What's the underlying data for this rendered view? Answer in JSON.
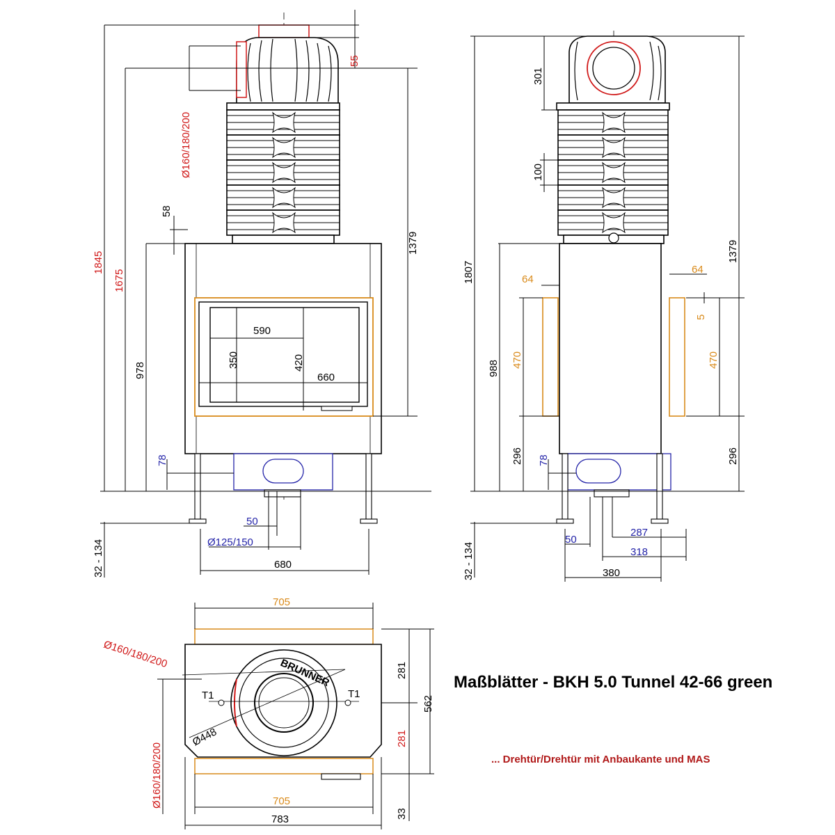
{
  "title": "Maßblätter - BKH 5.0 Tunnel 42-66 green",
  "note": "... Drehtür/Drehtür mit Anbaukante und MAS",
  "colors": {
    "red": "#d01818",
    "blue": "#2323a8",
    "orange": "#d98a1a",
    "line": "#000000"
  },
  "front": {
    "h_total": "1845",
    "h_top": "1675",
    "h_door": "978",
    "h_plate": "58",
    "h_top_right": "1379",
    "flue_red": "55",
    "flue_dia": "Ø160/180/200",
    "w_glass": "590",
    "h_glass": "350",
    "h_glass2": "420",
    "w_glass2": "660",
    "h_vent": "78",
    "off_50": "50",
    "air_dia": "Ø125/150",
    "w_total": "680",
    "feet": "32 - 134"
  },
  "side": {
    "h_head": "301",
    "h_ring": "100",
    "h_total": "1807",
    "h_top_right": "1379",
    "lip_left": "64",
    "lip_right": "64",
    "h_door_l": "470",
    "h_door_r": "470",
    "gap": "5",
    "h_body": "988",
    "h_base_l": "296",
    "h_base_r": "296",
    "h_vent": "78",
    "off_50": "50",
    "d_287": "287",
    "d_318": "318",
    "w_total": "380",
    "feet": "32 - 134"
  },
  "plan": {
    "w_top": "705",
    "w_bottom": "705",
    "w_total": "783",
    "flue_dia_top": "Ø160/180/200",
    "flue_dia_left": "Ø160/180/200",
    "ring_dia": "Ø448",
    "t1_left": "T1",
    "t1_right": "T1",
    "d_281_top": "281",
    "d_281_bottom": "281",
    "d_562": "562",
    "d_33": "33",
    "brand": "BRUNNER"
  }
}
